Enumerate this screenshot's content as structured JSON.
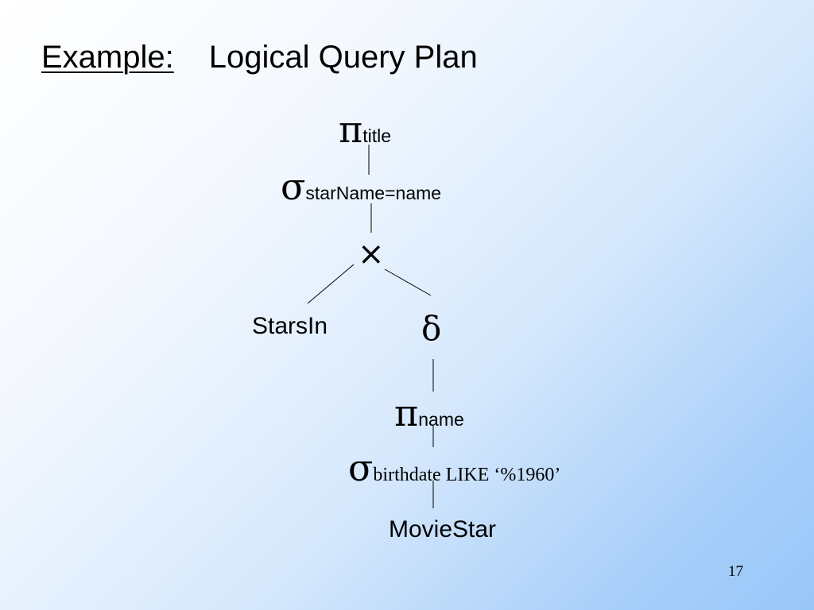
{
  "slide": {
    "title_prefix": "Example:",
    "title_main": "Logical Query Plan",
    "page_number": "17"
  },
  "plan": {
    "root_projection": {
      "symbol": "π",
      "attribute": "title"
    },
    "root_selection": {
      "symbol": "σ",
      "condition": "starName=name"
    },
    "product": {
      "symbol": "×"
    },
    "left_relation": "StarsIn",
    "dup_elim": {
      "symbol": "δ"
    },
    "inner_projection": {
      "symbol": "π",
      "attribute": "name"
    },
    "inner_selection": {
      "symbol": "σ",
      "condition": "birthdate LIKE ‘%1960’"
    },
    "base_relation": "MovieStar"
  }
}
